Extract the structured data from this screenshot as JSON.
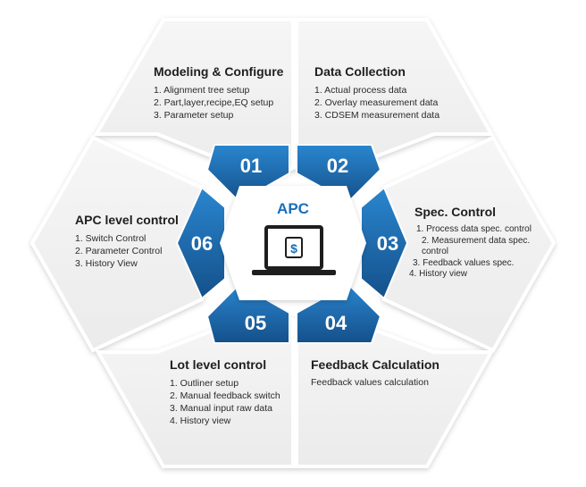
{
  "center": {
    "title": "APC"
  },
  "steps": [
    {
      "number": "01",
      "title": "Modeling & Configure",
      "items": [
        "1. Alignment tree setup",
        "2. Part,layer,recipe,EQ setup",
        "3. Parameter setup"
      ]
    },
    {
      "number": "02",
      "title": "Data Collection",
      "items": [
        "1. Actual process data",
        "2. Overlay measurement data",
        "3. CDSEM measurement data"
      ]
    },
    {
      "number": "03",
      "title": "Spec. Control",
      "items": [
        "1. Process data spec. control",
        "2. Measurement data spec. control",
        "3. Feedback values spec.",
        "4. History view"
      ]
    },
    {
      "number": "04",
      "title": "Feedback Calculation",
      "text": "Feedback values calculation"
    },
    {
      "number": "05",
      "title": "Lot level control",
      "items": [
        "1. Outliner setup",
        "2. Manual feedback switch",
        "3. Manual input raw data",
        "4. History view"
      ]
    },
    {
      "number": "06",
      "title": "APC level control",
      "items": [
        "1. Switch Control",
        "2. Parameter Control",
        "3. History View"
      ]
    }
  ],
  "colors": {
    "primary_blue": "#1a6fb8",
    "dark_blue": "#15548e",
    "panel_fill": "#f1f1f1",
    "panel_stroke": "#ffffff",
    "laptop": "#1e1e1e"
  }
}
